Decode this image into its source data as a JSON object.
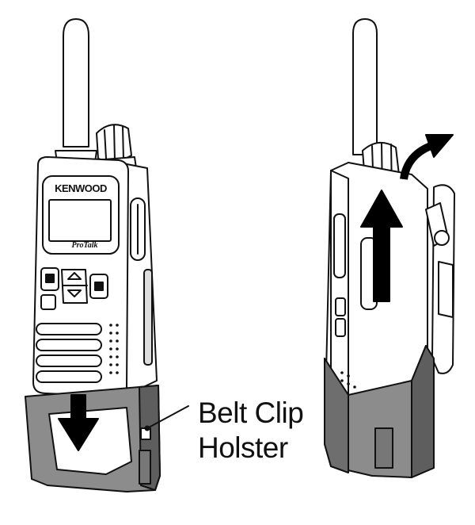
{
  "brand": "KENWOOD",
  "model": "ProTalk",
  "callout": {
    "line1": "Belt Clip",
    "line2": "Holster"
  },
  "colors": {
    "holster_fill": "#8c8c8c",
    "holster_dark": "#5e5e5e",
    "outline": "#111111",
    "radio_fill": "#ffffff",
    "arrow_fill": "#000000"
  },
  "icons": {
    "down_arrow": "insert-down-arrow-icon",
    "up_arrow": "remove-up-arrow-icon",
    "curved_arrow": "unclip-curved-arrow-icon"
  }
}
